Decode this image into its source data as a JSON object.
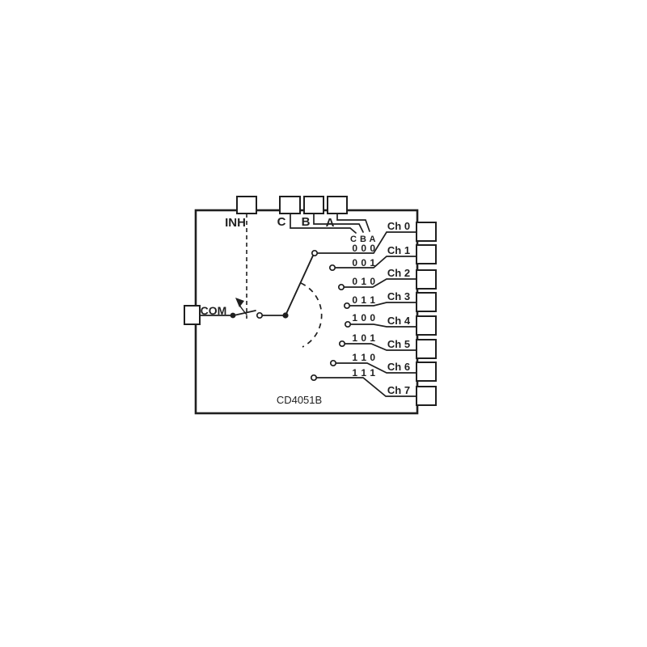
{
  "diagram": {
    "part_number": "CD4051B",
    "colors": {
      "line": "#1f1f1f",
      "background": "#ffffff"
    },
    "pins": {
      "inh": {
        "label": "INH"
      },
      "c": {
        "label": "C"
      },
      "b": {
        "label": "B"
      },
      "a": {
        "label": "A"
      },
      "com": {
        "label": "COM"
      }
    },
    "select_lines_header": "C B A",
    "channels": [
      {
        "label": "Ch 0",
        "code": "0 0 0"
      },
      {
        "label": "Ch 1",
        "code": "0 0 1"
      },
      {
        "label": "Ch 2",
        "code": "0 1 0"
      },
      {
        "label": "Ch 3",
        "code": "0 1 1"
      },
      {
        "label": "Ch 4",
        "code": "1 0 0"
      },
      {
        "label": "Ch 5",
        "code": "1 0 1"
      },
      {
        "label": "Ch 6",
        "code": "1 1 0"
      },
      {
        "label": "Ch 7",
        "code": "1 1 1"
      }
    ]
  }
}
